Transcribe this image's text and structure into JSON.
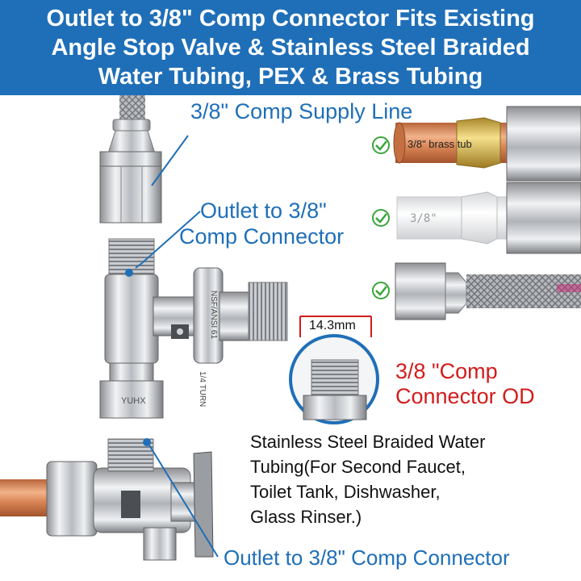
{
  "banner": {
    "line1": "Outlet to 3/8\" Comp Connector Fits Existing",
    "line2": "Angle Stop Valve & Stainless Steel Braided",
    "line3": "Water Tubing, PEX & Brass Tubing"
  },
  "labels": {
    "supply_line": "3/8\" Comp Supply Line",
    "outlet_top_1": "Outlet to 3/8\"",
    "outlet_top_2": "Comp Connector",
    "measurement": "14.3mm",
    "od_1": "3/8 \"Comp",
    "od_2": "Connector OD",
    "stainless_1": "Stainless Steel Braided Water",
    "stainless_2": "Tubing(For Second Faucet,",
    "stainless_3": "Toilet Tank, Dishwasher,",
    "stainless_4": "Glass Rinser.)",
    "outlet_bottom": "Outlet to 3/8\" Comp Connector"
  },
  "tubes": {
    "brass_text": "3/8\" brass tub",
    "pex_text": "3/8\""
  },
  "valve": {
    "handle_text_1": "NSF/ANSI 61",
    "handle_text_2": "1/4 TURN",
    "body_text": "YUHX"
  },
  "icons": [
    "check-circle-icon",
    "check-circle-icon",
    "check-circle-icon"
  ],
  "colors": {
    "banner": "#1f6fb8",
    "accent_blue": "#1f6fb8",
    "accent_red": "#d21c1c",
    "check_green": "#3aa53a"
  }
}
